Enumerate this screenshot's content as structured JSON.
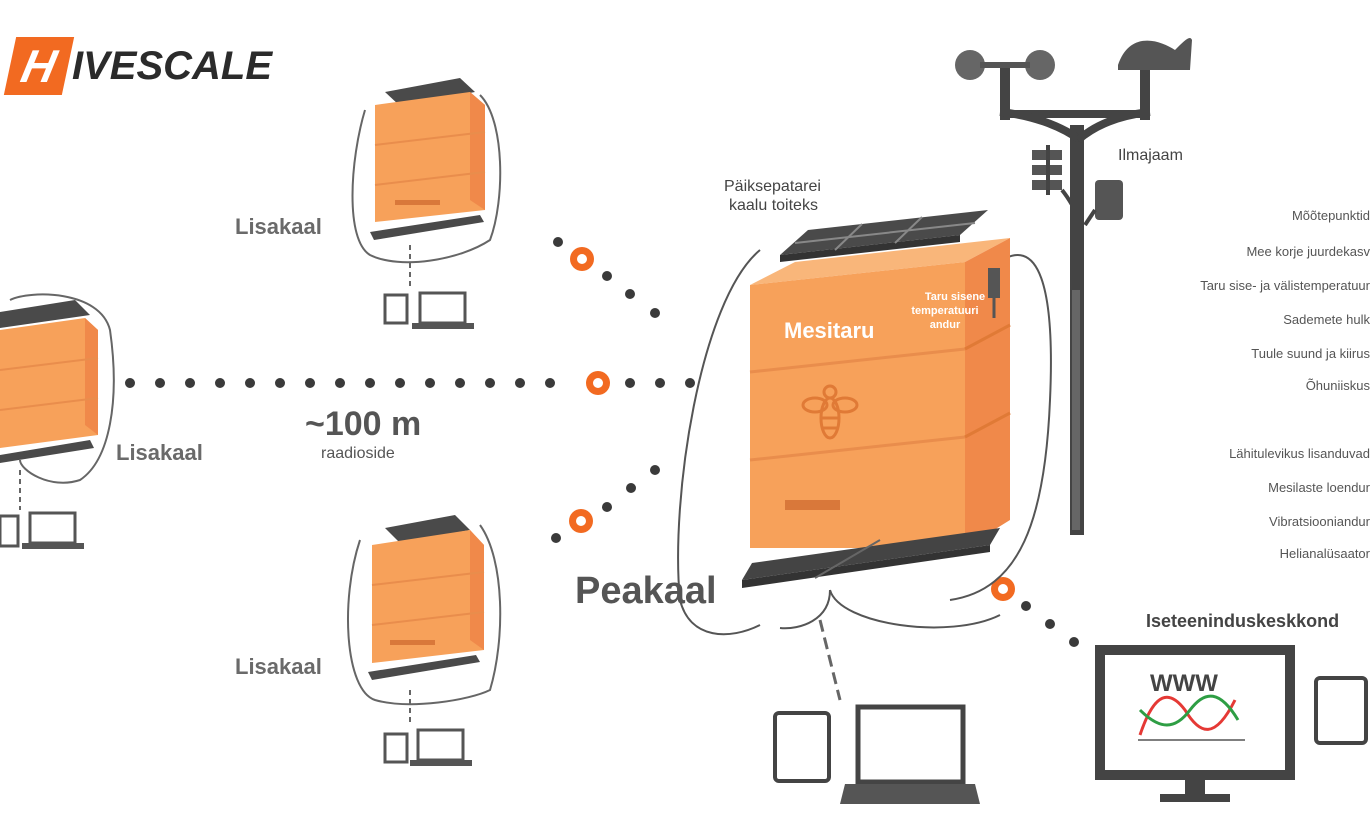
{
  "logo": {
    "initial": "H",
    "rest": "IVESCALE"
  },
  "labels": {
    "lisakaal_top": "Lisakaal",
    "lisakaal_left": "Lisakaal",
    "lisakaal_bottom": "Lisakaal",
    "distance": "~100 m",
    "radio": "raadioside",
    "solar_line1": "Päiksepatarei",
    "solar_line2": "kaalu toiteks",
    "mesitaru": "Mesitaru",
    "sensor_line1": "Taru sisene",
    "sensor_line2": "temperatuuri",
    "sensor_line3": "andur",
    "peakaal": "Peakaal",
    "ilmajaam": "Ilmajaam",
    "service": "Iseteeninduskeskkond",
    "www": "WWW"
  },
  "features_group1": [
    "Mõõtepunktid",
    "Mee korje juurdekasv",
    "Taru sise- ja välistemperatuur",
    "Sademete hulk",
    "Tuule suund ja kiirus",
    "Õhuniiskus"
  ],
  "features_group2": [
    "Lähitulevikus lisanduvad",
    "Mesilaste loendur",
    "Vibratsiooniandur",
    "Helianalüsaator"
  ],
  "colors": {
    "orange": "#f7a15a",
    "orange_dark": "#f0894a",
    "brand": "#f26a21",
    "panel": "#4a4a4a",
    "line": "#555555"
  }
}
